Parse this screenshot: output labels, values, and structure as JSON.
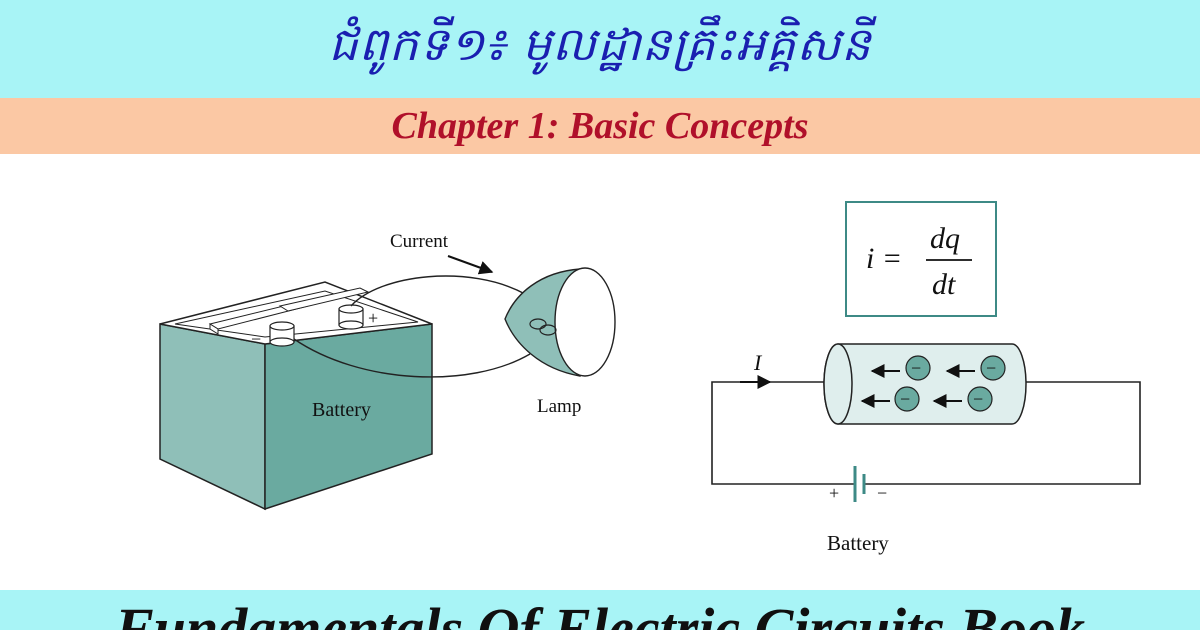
{
  "header": {
    "khmer_title": "ជំពូកទី១៖ មូលដ្ឋានគ្រឹះអគ្គិសនី",
    "chapter_title": "Chapter 1: Basic Concepts"
  },
  "left_figure": {
    "current_label": "Current",
    "battery_label": "Battery",
    "lamp_label": "Lamp",
    "minus_sign": "−",
    "plus_sign": "+"
  },
  "right_figure": {
    "formula_lhs": "i =",
    "formula_numerator": "dq",
    "formula_denominator": "dt",
    "current_symbol": "I",
    "electron_sign": "−",
    "battery_plus": "+",
    "battery_minus": "−",
    "battery_label": "Battery"
  },
  "footer": {
    "book_title": "Fundamentals Of Electric Circuits Book"
  },
  "colors": {
    "banner_cyan": "#a8f4f6",
    "banner_peach": "#fbc8a4",
    "khmer_blue": "#1a1fb0",
    "chapter_red": "#b0102a",
    "teal": "#6aaaa0"
  }
}
